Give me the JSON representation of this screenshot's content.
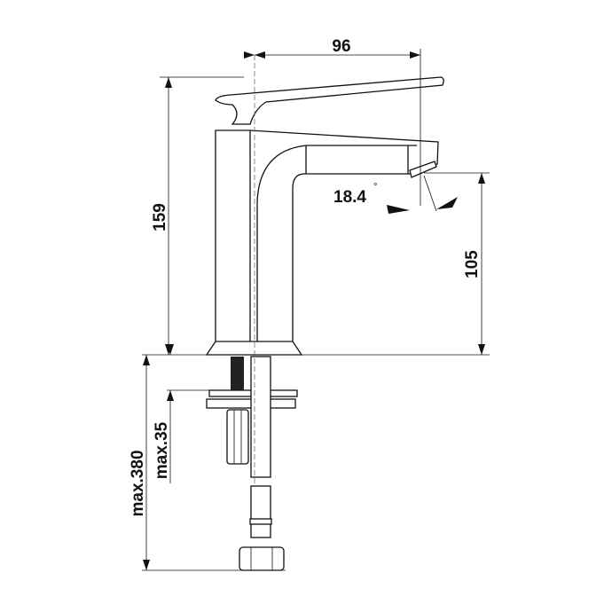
{
  "dimensions": {
    "spout_reach": "96",
    "total_height": "159",
    "spout_height": "105",
    "spout_angle": "18.4",
    "degree_symbol": "°",
    "max_hose_length": "max.380",
    "max_counter_thickness": "max.35"
  },
  "colors": {
    "line": "#111111",
    "centerline": "#8a6a4a"
  }
}
